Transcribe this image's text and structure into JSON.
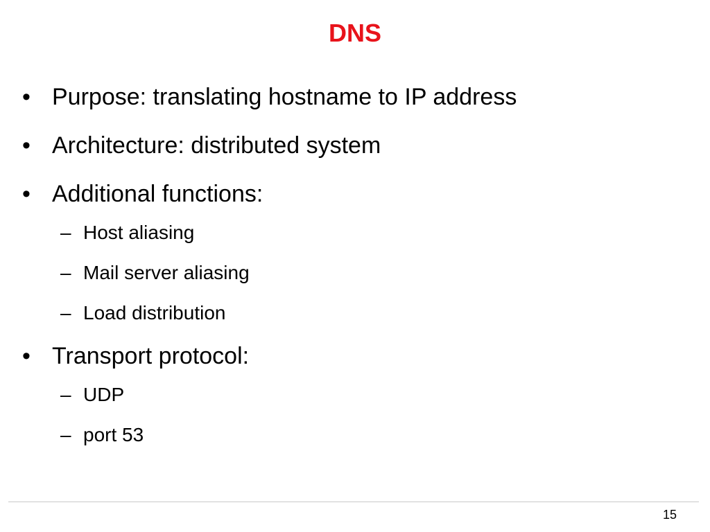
{
  "slide": {
    "title": "DNS",
    "title_color": "#e8131b",
    "bullets": [
      {
        "text": "Purpose: translating hostname to IP address"
      },
      {
        "text": "Architecture: distributed system"
      },
      {
        "text": "Additional functions:",
        "sub": [
          "Host aliasing",
          "Mail server aliasing",
          "Load distribution"
        ]
      },
      {
        "text": "Transport protocol:",
        "sub": [
          "UDP",
          "port 53"
        ]
      }
    ],
    "bullet_glyph": "•",
    "dash_glyph": "–",
    "page_number": "15"
  }
}
